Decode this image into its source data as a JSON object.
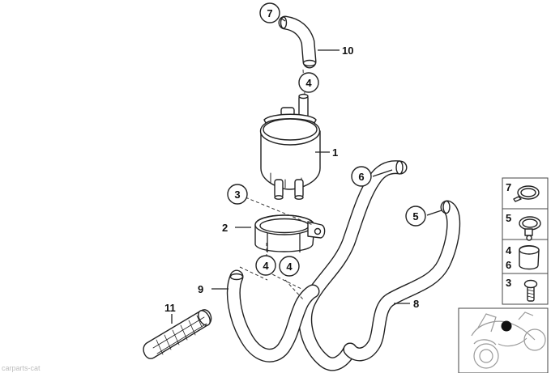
{
  "callouts": {
    "c7": "7",
    "c4_top": "4",
    "c6": "6",
    "c3": "3",
    "c5": "5",
    "c4_left": "4",
    "c4_right": "4"
  },
  "labels": {
    "l10": "10",
    "l1": "1",
    "l2": "2",
    "l9": "9",
    "l8": "8",
    "l11": "11"
  },
  "legend": {
    "items": [
      "7",
      "5",
      "4",
      "6",
      "3"
    ]
  },
  "watermark": "carparts-cat"
}
